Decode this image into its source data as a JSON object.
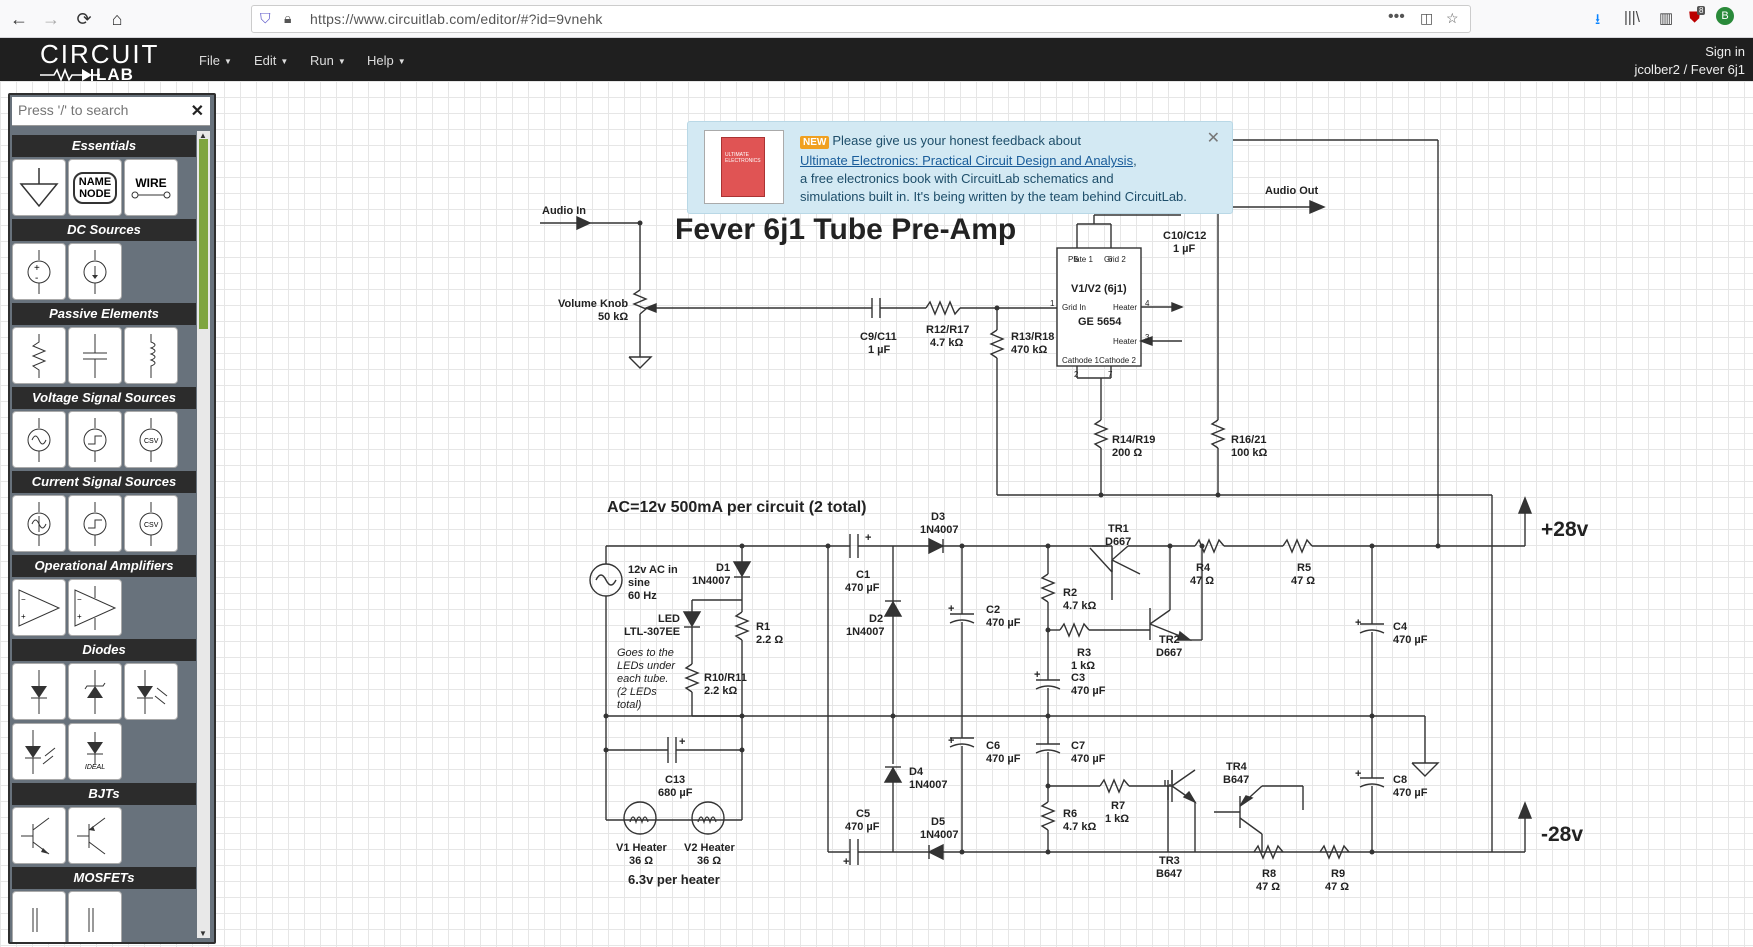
{
  "browser": {
    "url": "https://www.circuitlab.com/editor/#?id=9vnehk",
    "ublock_count": "8"
  },
  "app": {
    "logo_top": "CIRCUIT",
    "logo_bottom": "LAB",
    "menu": [
      {
        "label": "File"
      },
      {
        "label": "Edit"
      },
      {
        "label": "Run"
      },
      {
        "label": "Help"
      }
    ],
    "sign_in": "Sign in",
    "breadcrumb": "jcolber2 / Fever 6j1"
  },
  "sidebar": {
    "search_placeholder": "Press '/' to search",
    "sections": [
      {
        "title": "Essentials"
      },
      {
        "title": "DC Sources"
      },
      {
        "title": "Passive Elements"
      },
      {
        "title": "Voltage Signal Sources"
      },
      {
        "title": "Current Signal Sources"
      },
      {
        "title": "Operational Amplifiers"
      },
      {
        "title": "Diodes"
      },
      {
        "title": "BJTs"
      },
      {
        "title": "MOSFETs"
      }
    ],
    "tile_texts": {
      "name_node_1": "NAME",
      "name_node_2": "NODE",
      "wire": "WIRE",
      "csv": "CSV",
      "ideal": "IDEAL"
    }
  },
  "notice": {
    "badge": "NEW",
    "line1": "Please give us your honest feedback about",
    "link": "Ultimate Electronics: Practical Circuit Design and Analysis",
    "link_suffix": ",",
    "line3": "a free electronics book with CircuitLab schematics and",
    "line4": "simulations built in. It's being written by the team behind CircuitLab.",
    "book_cover_text": "ULTIMATE ELECTRONICS"
  },
  "schematic": {
    "title": "Fever 6j1 Tube Pre-Amp",
    "audio_in": "Audio In",
    "audio_out": "Audio Out",
    "volume_knob": "Volume Knob",
    "volume_value": "50 kΩ",
    "c9": "C9/C11",
    "c9v": "1 µF",
    "r12": "R12/R17",
    "r12v": "4.7 kΩ",
    "r13": "R13/R18",
    "r13v": "470 kΩ",
    "c10": "C10/C12",
    "c10v": "1 µF",
    "tube_name": "V1/V2 (6j1)",
    "tube_type": "GE 5654",
    "tube_plate1": "Plate 1",
    "tube_grid2": "Grid 2",
    "tube_gridin": "Grid In",
    "tube_heater": "Heater",
    "tube_heater2": "Heater",
    "tube_cath1": "Cathode 1",
    "tube_cath2": "Cathode 2",
    "pin5": "5",
    "pin6": "6",
    "pin1": "1",
    "pin4": "4",
    "pin3": "3",
    "pin2": "2",
    "pin7": "7",
    "r14": "R14/R19",
    "r14v": "200 Ω",
    "r16": "R16/21",
    "r16v": "100 kΩ",
    "psu_title": "AC=12v 500mA per circuit (2 total)",
    "ac_src": "12v AC in",
    "ac_src2": "sine",
    "ac_src3": "60 Hz",
    "d1": "D1",
    "d1v": "1N4007",
    "led": "LED",
    "ledv": "LTL-307EE",
    "r1": "R1",
    "r1v": "2.2 Ω",
    "note1": "Goes to the",
    "note2": "LEDs under",
    "note3": "each tube.",
    "note4": "(2 LEDs",
    "note5": "total)",
    "r10": "R10/R11",
    "r10v": "2.2 kΩ",
    "c13": "C13",
    "c13v": "680 µF",
    "v1h": "V1 Heater",
    "v1hv": "36 Ω",
    "v2h": "V2 Heater",
    "v2hv": "36 Ω",
    "heater_note": "6.3v per heater",
    "c1": "C1",
    "c1v": "470 µF",
    "d3": "D3",
    "d3v": "1N4007",
    "d2": "D2",
    "d2v": "1N4007",
    "d4": "D4",
    "d4v": "1N4007",
    "d5": "D5",
    "d5v": "1N4007",
    "c5": "C5",
    "c5v": "470 µF",
    "c2": "C2",
    "c2v": "470 µF",
    "c6": "C6",
    "c6v": "470 µF",
    "r2": "R2",
    "r2v": "4.7 kΩ",
    "r3": "R3",
    "r3v": "1 kΩ",
    "c3": "C3",
    "c3v": "470 µF",
    "c7": "C7",
    "c7v": "470 µF",
    "r6": "R6",
    "r6v": "4.7 kΩ",
    "r7": "R7",
    "r7v": "1 kΩ",
    "tr1": "TR1",
    "tr1v": "D667",
    "tr2": "TR2",
    "tr2v": "D667",
    "tr3": "TR3",
    "tr3v": "B647",
    "tr4": "TR4",
    "tr4v": "B647",
    "r4": "R4",
    "r4v": "47 Ω",
    "r5": "R5",
    "r5v": "47 Ω",
    "r8": "R8",
    "r8v": "47 Ω",
    "r9": "R9",
    "r9v": "47 Ω",
    "c4": "C4",
    "c4v": "470 µF",
    "c8": "C8",
    "c8v": "470 µF",
    "pos": "+28v",
    "neg": "-28v",
    "plus": "+"
  }
}
